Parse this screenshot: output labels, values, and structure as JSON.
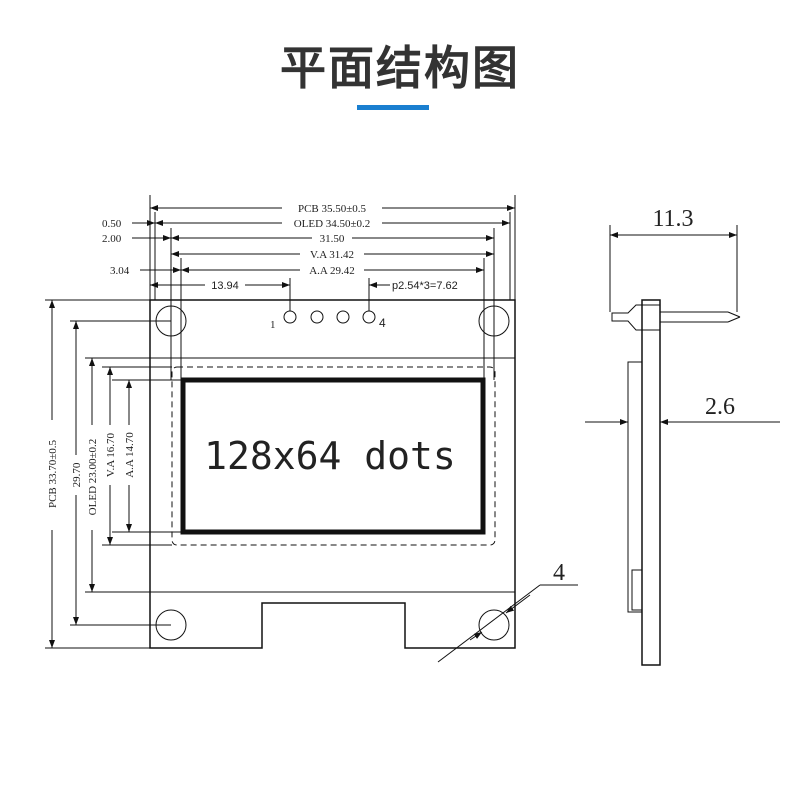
{
  "title": "平面结构图",
  "accent_color": "#1a7fd0",
  "front_view": {
    "dims_horizontal": {
      "pcb_width": "PCB 35.50±0.5",
      "oled_width": "OLED 34.50±0.2",
      "offset_050": "0.50",
      "offset_200": "2.00",
      "width_3150": "31.50",
      "va_width": "V.A 31.42",
      "offset_304": "3.04",
      "aa_width": "A.A 29.42",
      "pin_offset": "13.94",
      "pin_pitch": "p2.54*3=7.62"
    },
    "dims_vertical": {
      "pcb_height": "PCB 33.70±0.5",
      "hole_span": "29.70",
      "oled_height": "OLED 23.00±0.2",
      "va_height": "V.A 16.70",
      "aa_height": "A.A 14.70"
    },
    "pin_labels": [
      "1",
      "4"
    ],
    "display_text": "128x64 dots",
    "hole_diameter": "4"
  },
  "side_view": {
    "pin_length": "11.3",
    "thickness": "2.6"
  }
}
